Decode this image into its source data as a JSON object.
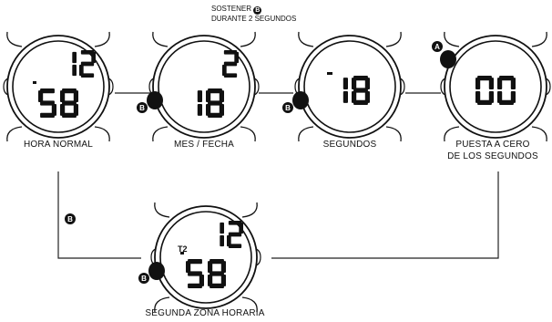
{
  "note": {
    "line1": "SOSTENER",
    "button": "B",
    "line2": "DURANTE 2 SEGUNDOS"
  },
  "watches": [
    {
      "id": "normal",
      "label": "HORA NORMAL",
      "top": "12",
      "bottom": "58",
      "show_top": true,
      "show_colon": true,
      "t2": false,
      "button": "B",
      "btn_side": "none",
      "btn_rot": 0
    },
    {
      "id": "date",
      "label": "MES / FECHA",
      "top": "2",
      "bottom": "18",
      "show_top": true,
      "show_colon": false,
      "t2": false,
      "button": "B",
      "btn_side": "left",
      "btn_rot": -20
    },
    {
      "id": "seconds",
      "label": "SEGUNDOS",
      "top": "",
      "bottom": "18",
      "show_top": false,
      "show_colon": false,
      "dash": true,
      "t2": false,
      "button": "B",
      "btn_side": "left",
      "btn_rot": -20
    },
    {
      "id": "reset",
      "label_line1": "PUESTA A CERO",
      "label_line2": "DE LOS SEGUNDOS",
      "top": "",
      "bottom": "00",
      "show_top": false,
      "show_colon": false,
      "t2": false,
      "button": "A",
      "btn_side": "top-left",
      "btn_rot": -20
    },
    {
      "id": "zone2",
      "label": "SEGUNDA ZONA HORARIA",
      "top": "12",
      "bottom": "58",
      "show_top": true,
      "show_colon": true,
      "t2": true,
      "t2_text": "T2",
      "button": "B",
      "btn_side": "left",
      "btn_rot": -20
    }
  ],
  "loop_button": "B"
}
